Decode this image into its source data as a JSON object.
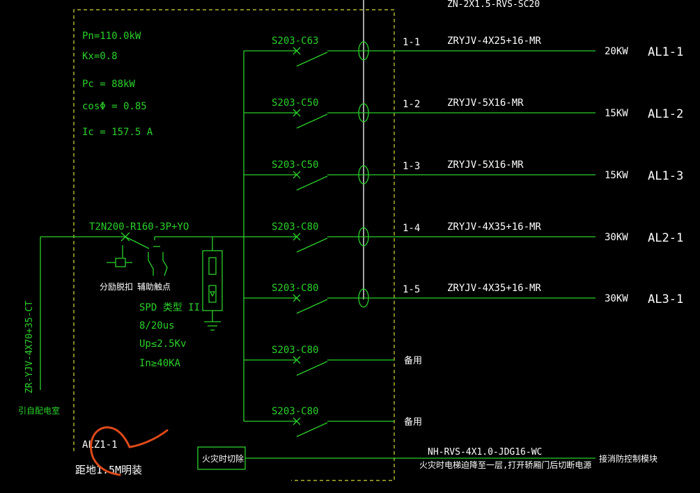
{
  "top_cable_partial": "ZN-2X1.5-RVS-SC20",
  "params": {
    "pn": "Pn=110.0kW",
    "kx": "Kx=0.8",
    "pc": "Pc = 88kW",
    "cos": "cosΦ = 0.85",
    "ic": "Ic = 157.5 A"
  },
  "main_breaker": "T2N200-R160-3P+YO",
  "incoming_cable": "ZR-YJV-4X70+35-CT",
  "incoming_from": "引自配电室",
  "shunt_trip": "分励脱扣",
  "aux_contact": "辅助触点",
  "spd": {
    "type": "SPD 类型 II",
    "wave": "8/20us",
    "up": "Up≤2.5Kv",
    "in": "In≥40KA"
  },
  "circuits": [
    {
      "breaker": "S203-C63",
      "no": "1-1",
      "cable": "ZRYJV-4X25+16-MR",
      "power": "20KW",
      "dest": "AL1-1"
    },
    {
      "breaker": "S203-C50",
      "no": "1-2",
      "cable": "ZRYJV-5X16-MR",
      "power": "15KW",
      "dest": "AL1-2"
    },
    {
      "breaker": "S203-C50",
      "no": "1-3",
      "cable": "ZRYJV-5X16-MR",
      "power": "15KW",
      "dest": "AL1-3"
    },
    {
      "breaker": "S203-C80",
      "no": "1-4",
      "cable": "ZRYJV-4X35+16-MR",
      "power": "30KW",
      "dest": "AL2-1"
    },
    {
      "breaker": "S203-C80",
      "no": "1-5",
      "cable": "ZRYJV-4X35+16-MR",
      "power": "30KW",
      "dest": "AL3-1"
    }
  ],
  "spares": [
    {
      "breaker": "S203-C80",
      "label": "备用"
    },
    {
      "breaker": "S203-C80",
      "label": "备用"
    }
  ],
  "panel_id": "ALZ1-1",
  "panel_mount": "距地1.5M明装",
  "fire_box": "火灾时切除",
  "fire_cable": "NH-RVS-4X1.0-JDG16-WC",
  "fire_note": "火灾时电梯迫降至一层,打开轿厢门后切断电源",
  "fire_dest": "接消防控制模块",
  "colors": {
    "line": "#2bd02b",
    "text": "#ffffff",
    "frame": "#d8d83a",
    "markup": "#e04a1a",
    "background": "#000000"
  }
}
